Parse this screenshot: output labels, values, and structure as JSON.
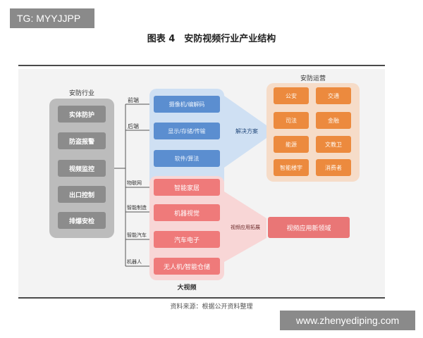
{
  "watermarks": {
    "top_left": "TG: MYYJJPP",
    "bottom_right": "www.zhenyediping.com"
  },
  "title": "图表 4　安防视频行业产业结构",
  "source": "资料来源：根据公开资料整理",
  "industry": {
    "label": "安防行业",
    "items": [
      "实体防护",
      "防盗报警",
      "视频监控",
      "出口控制",
      "排爆安检"
    ]
  },
  "branches": {
    "frontend": "前端",
    "backend": "后端",
    "iot": "物联网",
    "smart_mfg": "智能制造",
    "smart_car": "智能汽车",
    "robot": "机器人"
  },
  "security_video": [
    "摄像机/编解码",
    "显示/存储/传输",
    "软件/算法"
  ],
  "big_video": {
    "label": "大视频",
    "items": [
      "智能家居",
      "机器视觉",
      "汽车电子",
      "无人机/智能仓储"
    ]
  },
  "solution_label": "解决方案",
  "expansion_label": "视频应用拓展",
  "operations": {
    "label": "安防运营",
    "items": [
      "公安",
      "交通",
      "司法",
      "金融",
      "能源",
      "文教卫",
      "智能楼宇",
      "消费者"
    ]
  },
  "new_field": "视频应用新领域",
  "colors": {
    "gray_column": "#bcbcbc",
    "gray_button": "#8c8c8c",
    "blue_bg": "#cfe0f3",
    "blue_button": "#5b8ed0",
    "pink_bg": "#f8d6d6",
    "red_button": "#ef7a7a",
    "orange_bg": "#f6dcc8",
    "orange_button": "#ec8a3e"
  }
}
